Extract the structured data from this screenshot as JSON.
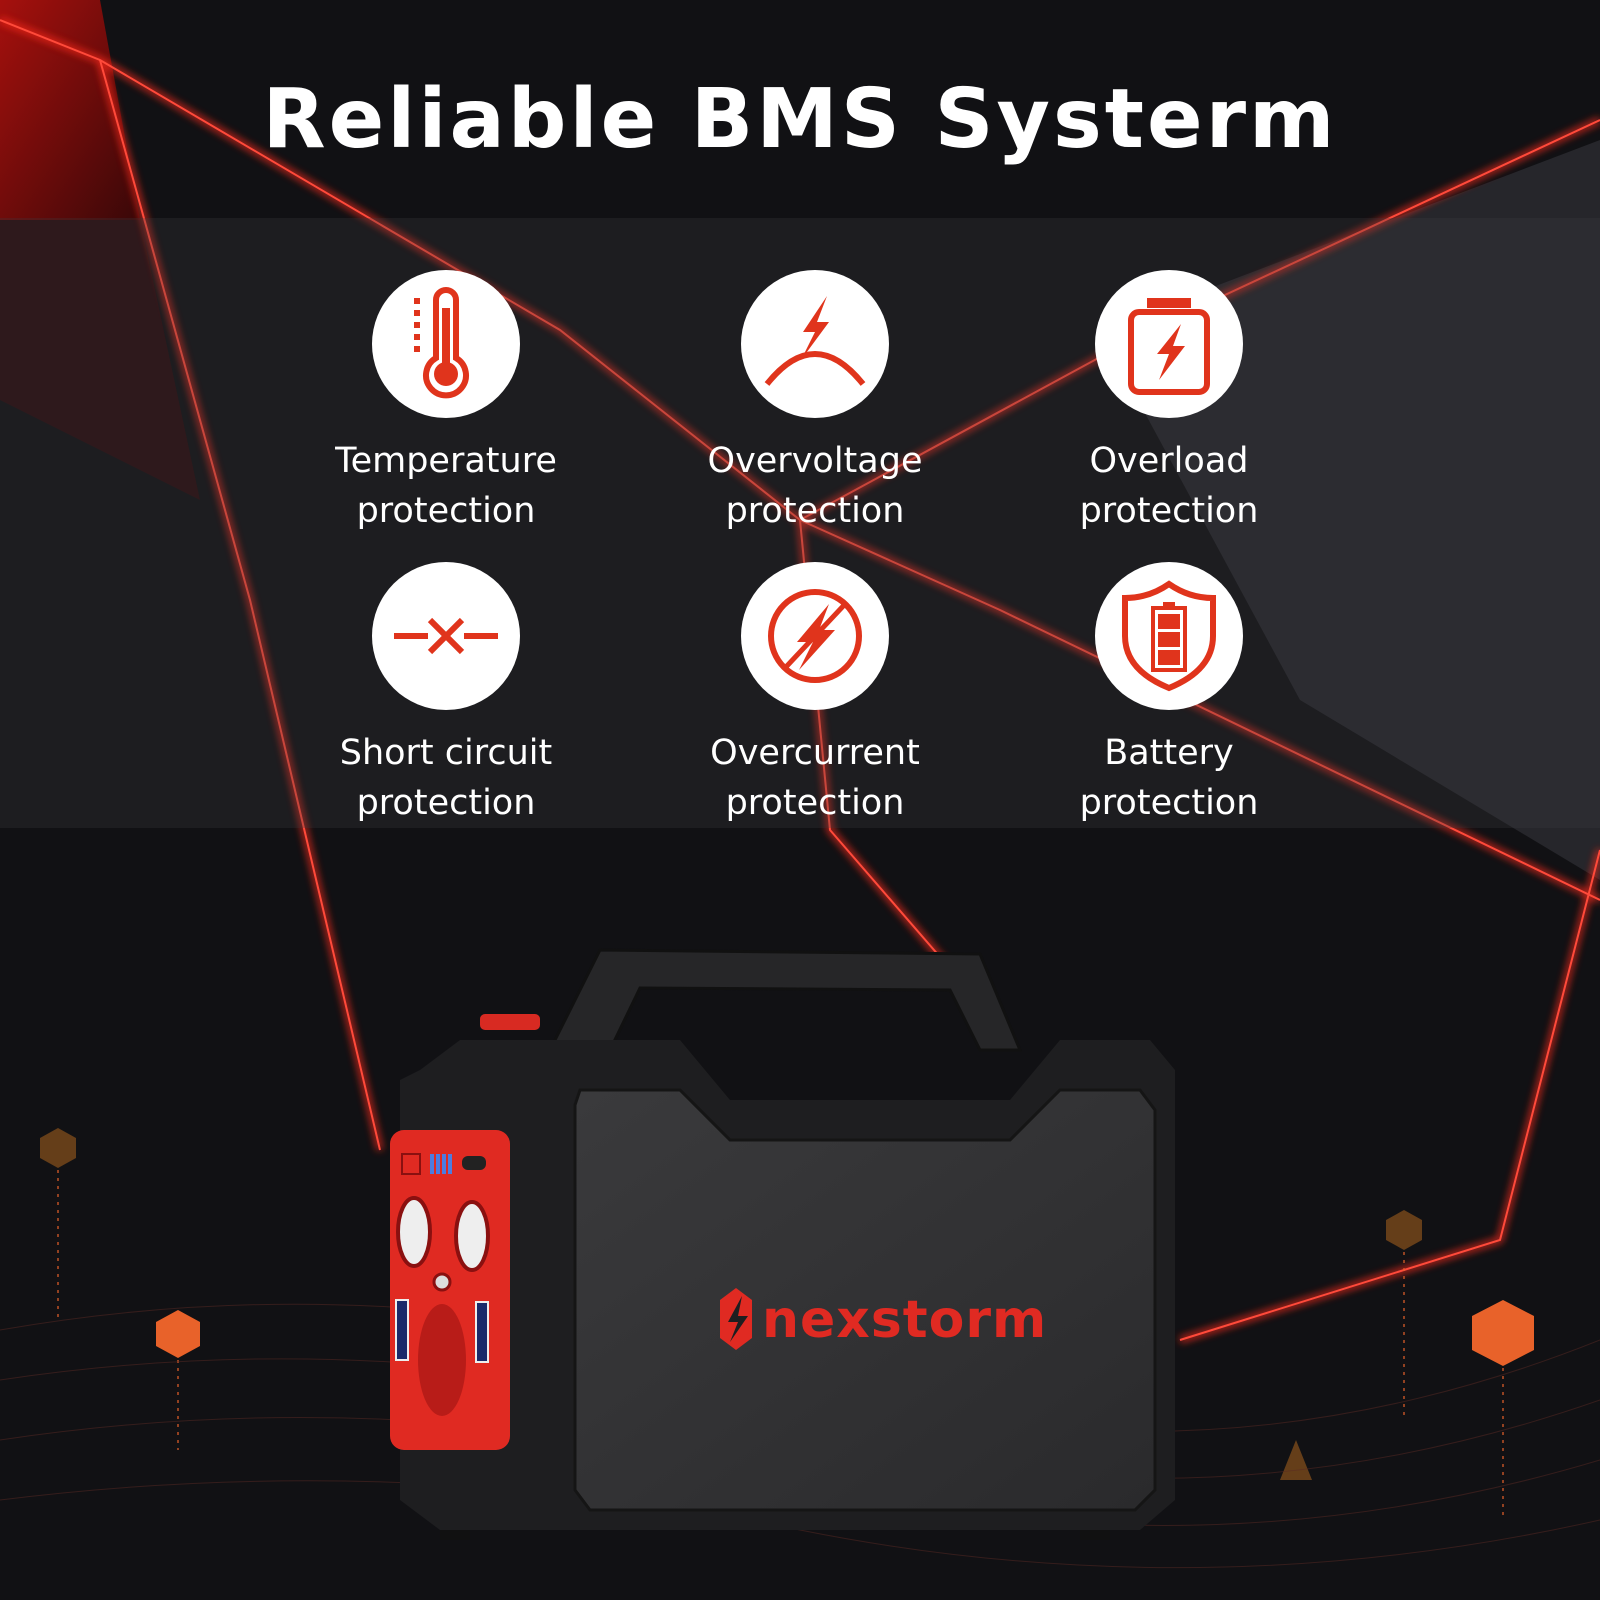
{
  "title": "Reliable BMS Systerm",
  "accent_color": "#e0341c",
  "features": [
    {
      "icon": "thermometer-icon",
      "line1": "Temperature",
      "line2": "protection"
    },
    {
      "icon": "overvoltage-bolt-arc-icon",
      "line1": "Overvoltage",
      "line2": "protection"
    },
    {
      "icon": "battery-bolt-icon",
      "line1": "Overload",
      "line2": "protection"
    },
    {
      "icon": "short-circuit-icon",
      "line1": "Short circuit",
      "line2": "protection"
    },
    {
      "icon": "no-bolt-icon",
      "line1": "Overcurrent",
      "line2": "protection"
    },
    {
      "icon": "shield-battery-icon",
      "line1": "Battery",
      "line2": "protection"
    }
  ],
  "product": {
    "brand": "nexstorm"
  }
}
